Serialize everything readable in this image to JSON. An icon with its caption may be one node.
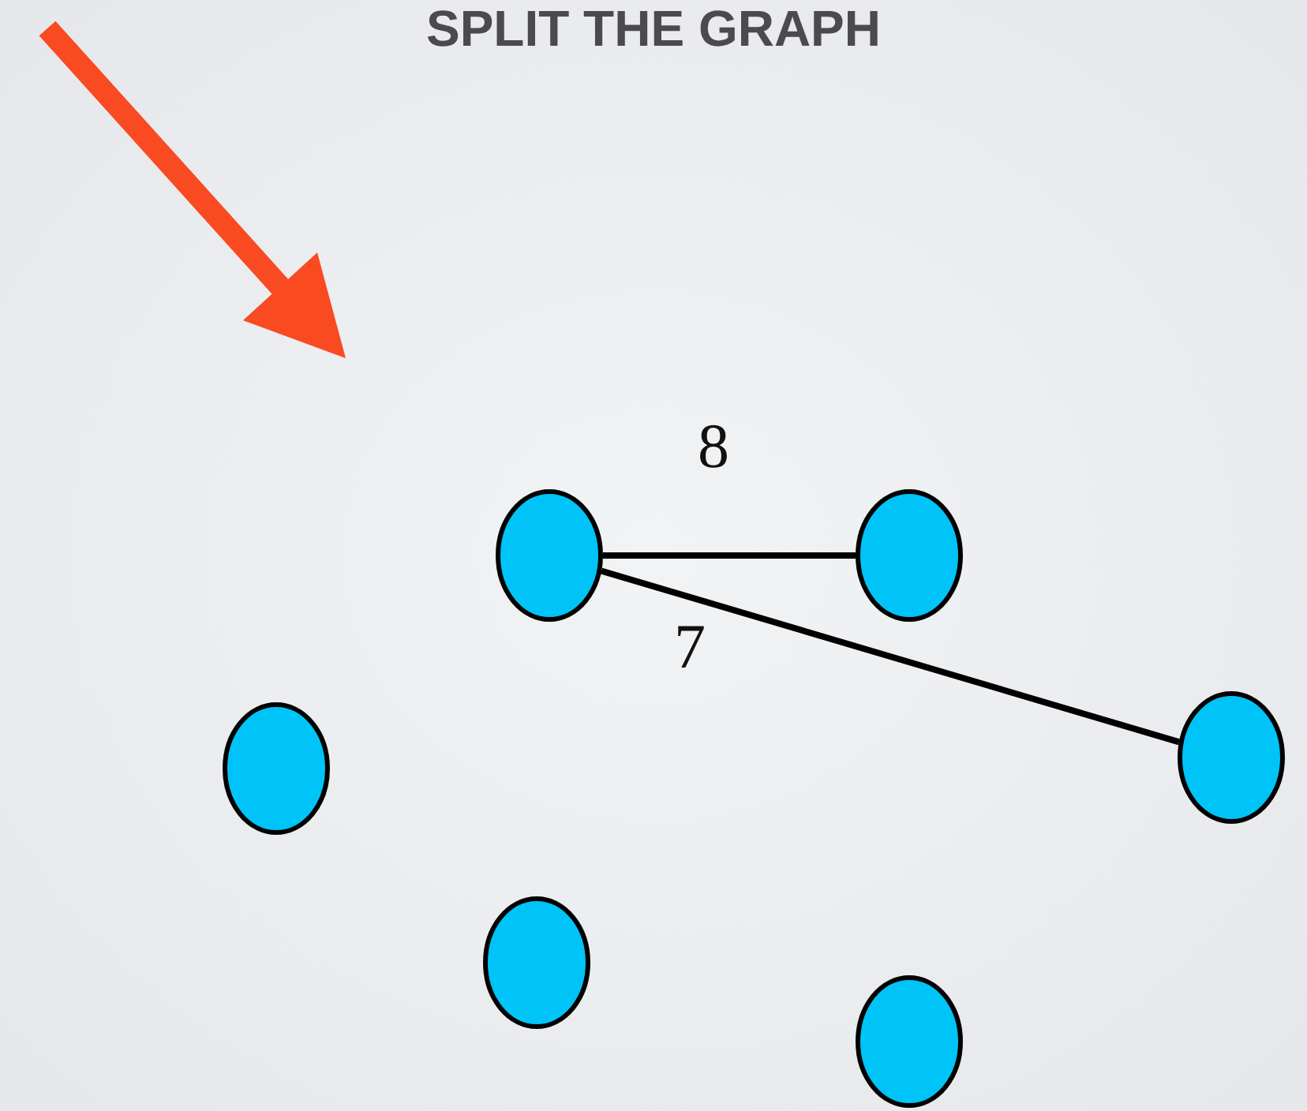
{
  "diagram": {
    "title": "SPLIT THE GRAPH",
    "nodes": [
      {
        "text": [],
        "shape": "circle"
      },
      {
        "text": [],
        "shape": "circle"
      },
      {
        "text": [],
        "shape": "circle"
      },
      {
        "text": [],
        "shape": "circle"
      },
      {
        "text": [],
        "shape": "circle"
      },
      {
        "text": [],
        "shape": "circle"
      }
    ],
    "edges": [
      {
        "from": 0,
        "to": 1,
        "arrow": "none",
        "label": "8"
      },
      {
        "from": 0,
        "to": 2,
        "arrow": "none",
        "label": "7"
      }
    ]
  }
}
